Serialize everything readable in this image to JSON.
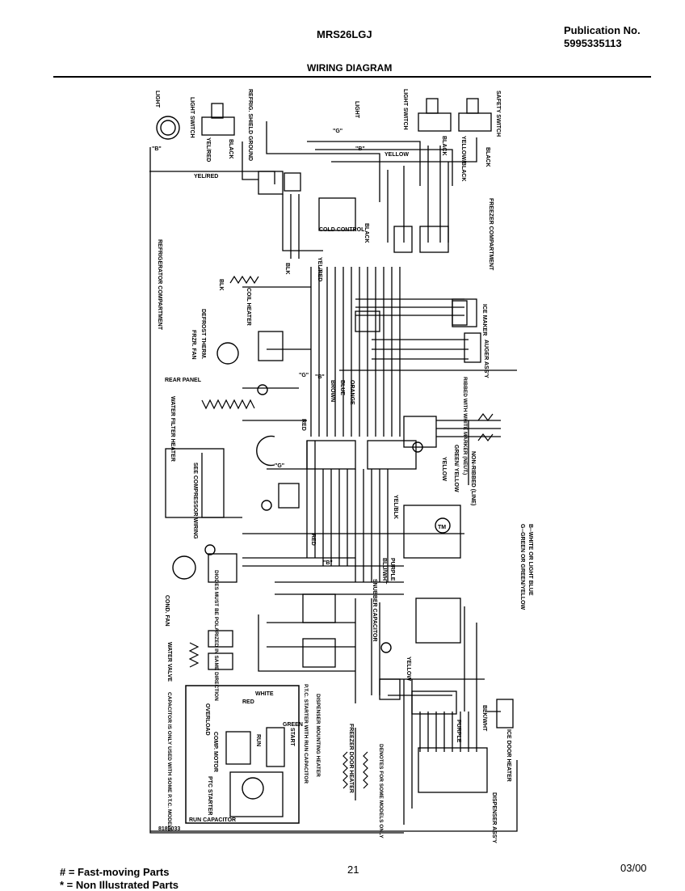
{
  "header": {
    "model": "MRS26LGJ",
    "publication_label": "Publication No.",
    "publication_number": "5995335113",
    "diagram_title": "WIRING DIAGRAM"
  },
  "diagram": {
    "labels": {
      "light_left": "LIGHT",
      "light_switch_left": "LIGHT SWITCH",
      "refrig_shield_ground": "REFRIG. SHIELD GROUND",
      "light_center": "LIGHT",
      "light_switch_right": "LIGHT SWITCH",
      "safety_switch": "SAFETY SWITCH",
      "freezer_compartment": "FREEZER COMPARTMENT",
      "refrigerator_compartment": "REFRIGERATOR COMPARTMENT",
      "cold_control": "COLD CONTROL",
      "coil_heater": "COIL HEATER",
      "defrost_therm": "DEFROST THERM.",
      "frzr_fan": "FRZR. FAN",
      "ice_maker": "ICE MAKER",
      "auger_assy": "AUGER ASS'Y",
      "rear_panel": "REAR PANEL",
      "water_filter_heater": "WATER FILTER HEATER",
      "see_compressor_wiring": "SEE COMPRESSOR WIRING",
      "cond_fan": "COND. FAN",
      "water_valve": "WATER VALVE",
      "diodes_note": "DIODES MUST BE POLARIZED IN SAME DIRECTION",
      "snubber_capacitor": "SNUBBER CAPACITOR",
      "tm": "TM",
      "ribbed_with_white_marker": "RIBBED WITH WHITE MARKER (NEUT.)",
      "non_ribbed_line": "NON-RIBBED (LINE)",
      "green_yellow": "GREEN/ YELLOW",
      "legend_b": "B--WHITE OR LIGHT BLUE",
      "legend_g": "G--GREEN OR GREEN/YELLOW",
      "dispenser_assy": "DISPENSER ASS'Y",
      "ice_door_heater": "ICE DOOR HEATER",
      "freezer_door_heater": "FREEZER DOOR HEATER",
      "ptc_starter_with_run_capacitor": "P.T.C. STARTER WITH RUN CAPACITOR",
      "dispenser_mounting_heater": "DISPENSER MOUNTING HEATER",
      "denotes_some_models": "DENOTES FOR SOME MODELS ONLY",
      "capacitor_note": "CAPACITOR IS ONLY USED WITH SOME P.T.C. MODELS",
      "overload": "OVERLOAD",
      "comp_motor": "COMP. MOTOR",
      "run": "RUN",
      "start": "START",
      "ptc_starter": "PTC STARTER",
      "run_capacitor": "RUN CAPACITOR",
      "part_number": "8189033",
      "white": "WHITE",
      "red_small": "RED",
      "green": "GREEN"
    },
    "wire_labels": {
      "yellow": "YELLOW",
      "black": "BLACK",
      "yel_red": "YEL/RED",
      "yellow_black": "YELLOW/BLACK",
      "blk": "BLK",
      "red": "RED",
      "brown": "BROWN",
      "blue": "BLUE",
      "orange": "ORANGE",
      "purple": "PURPLE",
      "blu_wht": "BLU/WHT",
      "yel_blk": "YEL/BLK",
      "blk_wht": "BLK/WHT",
      "b_tag": "\"B\"",
      "g_tag": "\"G\""
    }
  },
  "footer": {
    "legend_fast_moving": "# = Fast-moving Parts",
    "legend_non_illustrated": "* = Non Illustrated Parts",
    "page_number": "21",
    "date": "03/00"
  }
}
